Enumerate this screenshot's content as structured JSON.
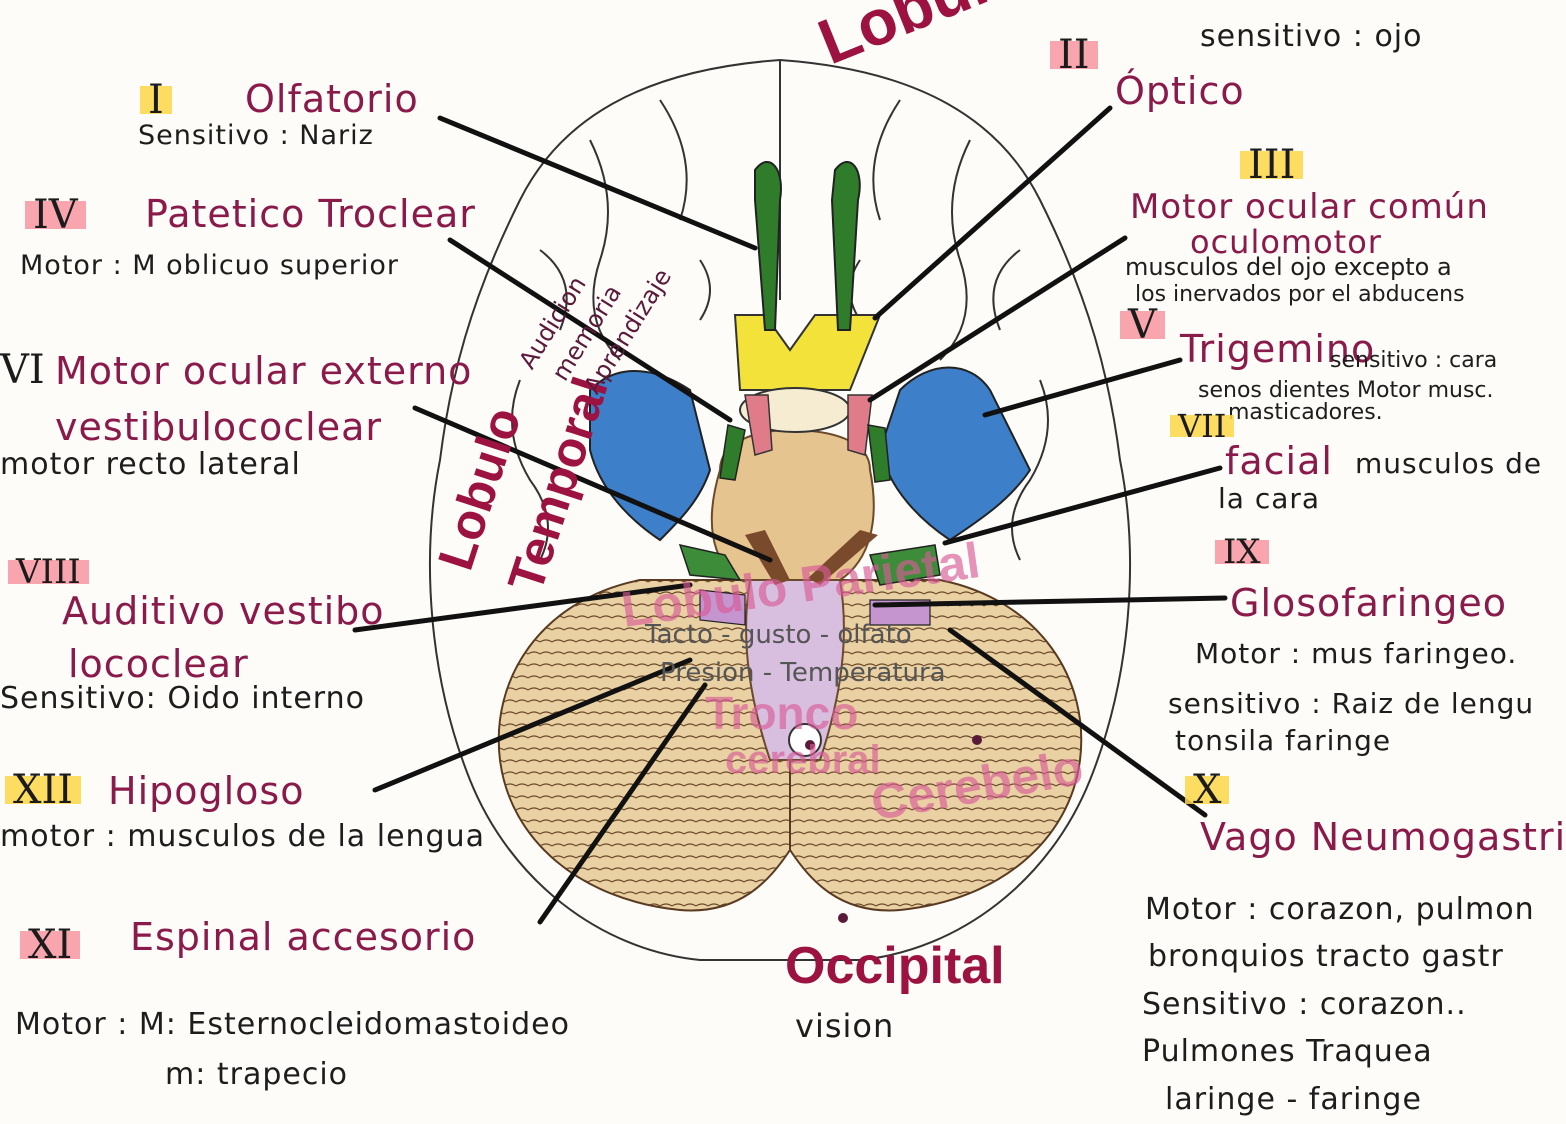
{
  "nerves": {
    "n1": {
      "roman": "I",
      "name": "Olfatorio",
      "desc": "Sensitivo : Nariz"
    },
    "n2": {
      "roman": "II",
      "name": "Óptico",
      "desc": "sensitivo : ojo"
    },
    "n3": {
      "roman": "III",
      "name": "Motor ocular común",
      "alt": "oculomotor",
      "desc1": "musculos del ojo excepto a",
      "desc2": "los inervados por el abducens"
    },
    "n4": {
      "roman": "IV",
      "name": "Patetico Troclear",
      "desc": "Motor : M oblicuo superior"
    },
    "n5": {
      "roman": "V",
      "name": "Trigemino",
      "desc1": "sensitivo : cara",
      "desc2": "senos dientes Motor musc.",
      "desc3": "masticadores."
    },
    "n6": {
      "roman": "VI",
      "name": "Motor ocular externo",
      "alt": "vestibulococlear",
      "desc": "motor recto lateral"
    },
    "n7": {
      "roman": "VII",
      "name": "facial",
      "desc1": "musculos de",
      "desc2": "la cara"
    },
    "n8": {
      "roman": "VIII",
      "name1": "Auditivo vestibo",
      "name2": "lococlear",
      "desc": "Sensitivo: Oido interno"
    },
    "n9": {
      "roman": "IX",
      "name": "Glosofaringeo",
      "desc1": "Motor : mus faringeo.",
      "desc2": "sensitivo : Raiz de lengu",
      "desc3": "tonsila faringe"
    },
    "n10": {
      "roman": "X",
      "name": "Vago Neumogastric",
      "desc1": "Motor : corazon, pulmon",
      "desc2": "bronquios tracto gastr",
      "desc3": "Sensitivo : corazon..",
      "desc4": "Pulmones Traquea",
      "desc5": "laringe - faringe"
    },
    "n11": {
      "roman": "XI",
      "name": "Espinal accesorio",
      "desc1": "Motor : M: Esternocleidomastoideo",
      "desc2": "m: trapecio"
    },
    "n12": {
      "roman": "XII",
      "name": "Hipogloso",
      "desc": "motor : musculos de la lengua"
    }
  },
  "regions": {
    "frontal": "Lobulo F",
    "temporal1": "Lobulo",
    "temporal2": "Temporal",
    "temporal_func1": "Audicion",
    "temporal_func2": "memoria",
    "temporal_func3": "Aprendizaje",
    "parietal": "Lobulo Parietal",
    "parietal_func1": "Tacto - gusto - olfato",
    "parietal_func2": "Presion - Temperatura",
    "tronco1": "Tronco",
    "tronco2": "cerebral",
    "cerebelo": "Cerebelo",
    "occipital": "Occipital",
    "occipital_func": "vision"
  },
  "colors": {
    "olfactory": "#2f7d2a",
    "optic": "#f3e23a",
    "trigeminal": "#3d7fc9",
    "pons": "#e6c48f",
    "cerebellum": "#e8cfa0",
    "brainstem": "#d6b6d8",
    "pink_nerve": "#e07c8a",
    "brown_nerve": "#7a4a2c",
    "ink": "#1b1b1b",
    "maroon": "#8a1a4a"
  }
}
